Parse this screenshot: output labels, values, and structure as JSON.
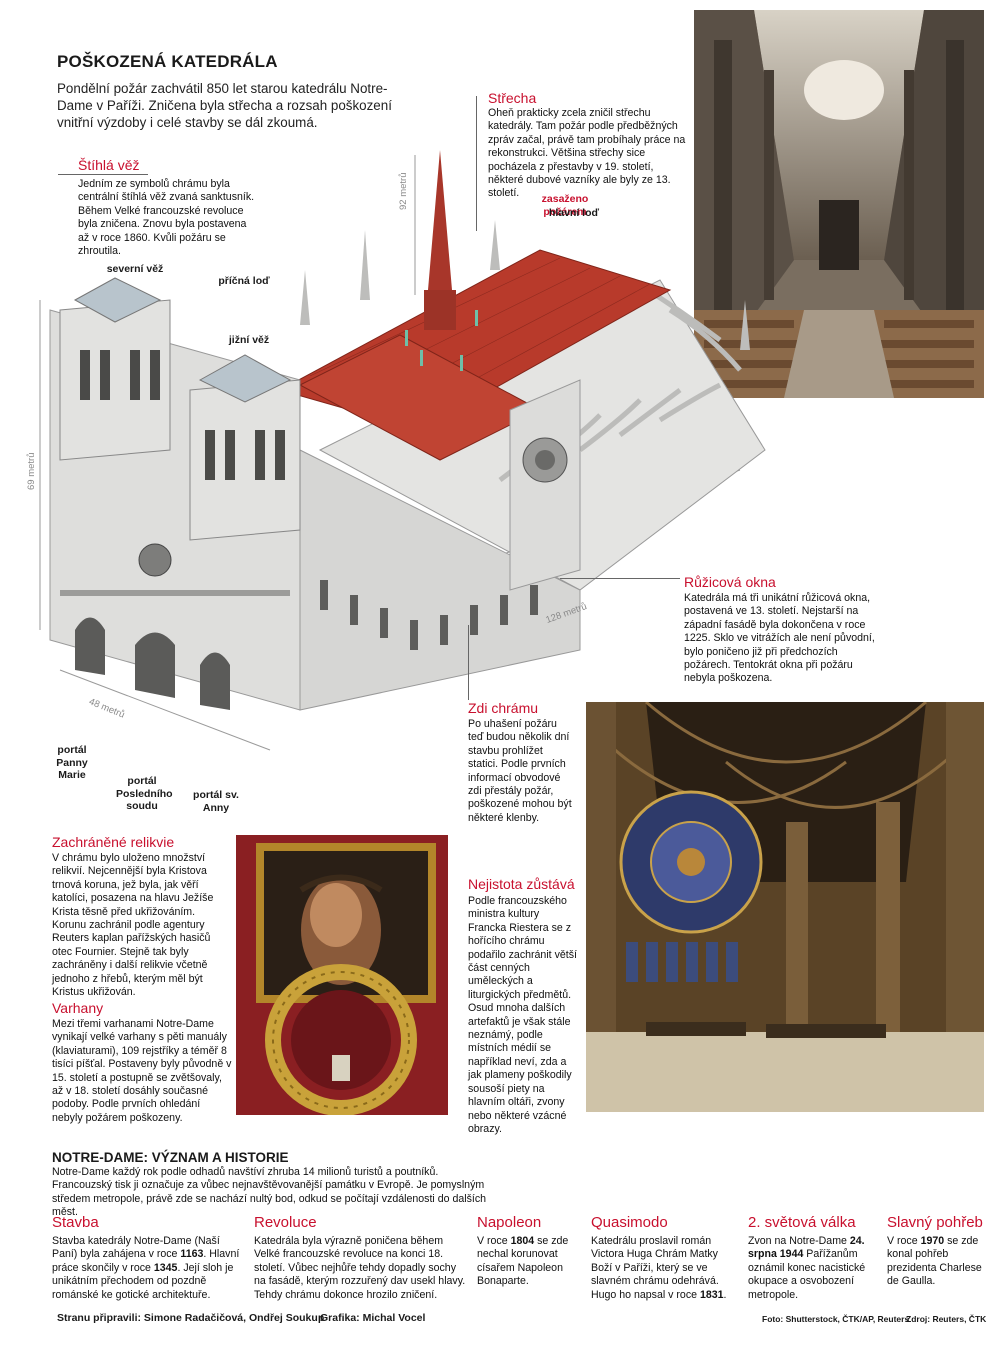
{
  "header": {
    "title": "POŠKOZENÁ KATEDRÁLA",
    "lead": "Pondělní požár zachvátil 850 let starou katedrálu Notre-Dame v Paříži. Zničena byla střecha a rozsah poškození vnitřní výzdoby i celé stavby se dál zkoumá."
  },
  "callouts": {
    "stihla_vez": {
      "title": "Štíhlá věž",
      "text": "Jedním ze symbolů chrámu byla centrální štíhlá věž zvaná sanktusník. Během Velké francouzské revoluce byla zničena. Znovu byla postavena až v roce 1860. Kvůli požáru se zhroutila."
    },
    "strecha": {
      "title": "Střecha",
      "text": "Oheň prakticky zcela zničil střechu katedrály. Tam požár podle předběžných zpráv začal, právě tam probíhaly práce na rekonstrukci. Většina střechy sice pocházela z přestavby v 19. století, některé dubové vazníky ale byly ze 13. století."
    },
    "ruzicova_okna": {
      "title": "Růžicová okna",
      "text": "Katedrála má tři unikátní růžicová okna, postavená ve 13. století. Nejstarší na západní fasádě byla dokončena v roce 1225. Sklo ve vitrážích ale není původní, bylo poničeno již při předchozích požárech. Tentokrát okna při požáru nebyla poškozena."
    },
    "zdi_chramu": {
      "title": "Zdi chrámu",
      "text": "Po uhašení požáru teď budou několik dní stavbu prohlížet statici. Podle prvních informací obvodové zdi přestály požár, poškozené mohou být některé klenby."
    },
    "relikvie": {
      "title": "Zachráněné relikvie",
      "text": "V chrámu bylo uloženo množství relikvií. Nejcennější byla Kristova trnová koruna, jež byla, jak věří katolíci, posazena na hlavu Ježíše Krista těsně před ukřižováním. Korunu zachránil podle agentury Reuters kaplan pařížských hasičů otec Fournier. Stejně tak byly zachráněny i další relikvie včetně jednoho z hřebů, kterým měl být Kristus ukřižován."
    },
    "varhany": {
      "title": "Varhany",
      "text": "Mezi třemi varhanami Notre-Dame vynikají velké varhany s pěti manuály (klaviaturami), 109 rejstříky a téměř 8 tisíci píšťal. Postaveny byly původně v 15. století a postupně se zvětšovaly, až v 18. století dosáhly současné podoby. Podle prvních ohledání nebyly požárem poškozeny."
    },
    "nejistota": {
      "title": "Nejistota zůstává",
      "text": "Podle francouzského ministra kultury Francka Riestera se z hořícího chrámu podařilo zachránit větší část cenných uměleckých a liturgických předmětů. Osud mnoha dalších artefaktů je však stále neznámý, podle místních médií se například neví, zda a jak plameny poškodily sousoší piety na hlavním oltáři, zvony nebo některé vzácné obrazy."
    }
  },
  "labels": {
    "severni_vez": "severní věž",
    "jizni_vez": "jižní věž",
    "pricna_lod": "příčná loď",
    "hlavni_lod": "hlavní loď",
    "zasazeno": "zasaženo požárem",
    "portal_marie": "portál Panny Marie",
    "portal_soudu": "portál Posledního soudu",
    "portal_anny": "portál sv. Anny",
    "dim_92": "92 metrů",
    "dim_69": "69 metrů",
    "dim_128": "128 metrů",
    "dim_48": "48 metrů"
  },
  "history": {
    "title": "NOTRE-DAME: VÝZNAM A HISTORIE",
    "lead": "Notre-Dame každý rok podle odhadů navštíví zhruba 14 milionů turistů a poutníků. Francouzský tisk ji označuje za vůbec nejnavštěvovanější památku v Evropě. Je pomyslným středem metropole, právě zde se nachází nultý bod, odkud se počítají vzdálenosti do dalších měst.",
    "columns": [
      {
        "title": "Stavba",
        "pre": "Stavba katedrály Notre-Dame (Naší Paní) byla zahájena v roce ",
        "b1": "1163",
        "mid": ". Hlavní práce skončily v roce ",
        "b2": "1345",
        "post": ". Její sloh je unikátním přechodem od pozdně románské ke gotické architektuře."
      },
      {
        "title": "Revoluce",
        "pre": "Katedrála byla výrazně poničena během Velké francouzské revoluce na konci 18. století. Vůbec nejhůře tehdy dopadly sochy na fasádě, kterým rozzuřený dav usekl hlavy. Tehdy chrámu dokonce hrozilo zničení.",
        "b1": "",
        "mid": "",
        "b2": "",
        "post": ""
      },
      {
        "title": "Napoleon",
        "pre": "V roce ",
        "b1": "1804",
        "mid": " se zde nechal korunovat císařem Napoleon Bonaparte.",
        "b2": "",
        "post": ""
      },
      {
        "title": "Quasimodo",
        "pre": "Katedrálu proslavil román Victora Huga Chrám Matky Boží v Paříži, který se ve slavném chrámu odehrává. Hugo ho napsal v roce ",
        "b1": "1831",
        "mid": ".",
        "b2": "",
        "post": ""
      },
      {
        "title": "2. světová válka",
        "pre": "Zvon na Notre-Dame ",
        "b1": "24. srpna 1944",
        "mid": " Pařížanům oznámil konec nacistické okupace a osvobození metropole.",
        "b2": "",
        "post": ""
      },
      {
        "title": "Slavný pohřeb",
        "pre": "V roce ",
        "b1": "1970",
        "mid": " se zde konal pohřeb prezidenta Charlese de Gaulla.",
        "b2": "",
        "post": ""
      }
    ]
  },
  "footer": {
    "authors": "Stranu připravili: Simone Radačičová, Ondřej Soukup",
    "graphics": "Grafika: Michal Vocel",
    "photos": "Foto: Shutterstock, ČTK/AP, Reuters",
    "source": "Zdroj: Reuters, ČTK"
  },
  "colors": {
    "accent_red": "#c8102e",
    "roof_red": "#b83a2b",
    "stone": "#e6e6e4",
    "stone_dark": "#b9b9b7"
  }
}
